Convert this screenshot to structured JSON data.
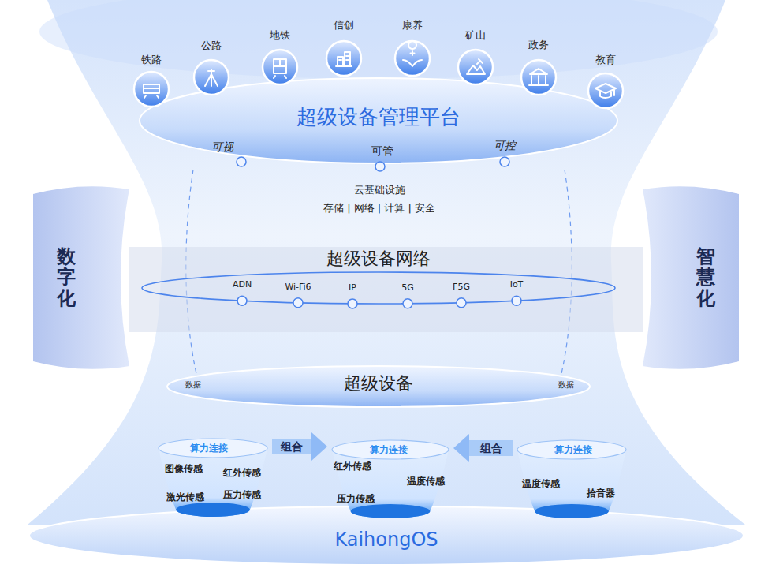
{
  "diagram": {
    "nodes": [
      {
        "text": [
          "铁路"
        ]
      },
      {
        "text": [
          "公路"
        ]
      },
      {
        "text": [
          "地铁"
        ]
      },
      {
        "text": [
          "信创"
        ]
      },
      {
        "text": [
          "康养"
        ]
      },
      {
        "text": [
          "矿山"
        ]
      },
      {
        "text": [
          "政务"
        ]
      },
      {
        "text": [
          "教育"
        ]
      },
      {
        "text": [
          "超级设备管理平台"
        ]
      },
      {
        "text": [
          "数字化"
        ]
      },
      {
        "text": [
          "超级设备网络"
        ]
      },
      {
        "text": [
          "智慧化"
        ]
      },
      {
        "text": [
          "超级设备"
        ]
      },
      {
        "text": [
          "算力连接",
          "图像传感",
          "红外传感",
          "激光传感",
          "压力传感"
        ]
      },
      {
        "text": [
          "算力连接",
          "红外传感",
          "温度传感",
          "压力传感"
        ]
      },
      {
        "text": [
          "算力连接",
          "温度传感",
          "拾音器"
        ]
      },
      {
        "text": [
          "KaihongOS"
        ]
      }
    ],
    "edges": [
      {
        "from": 13,
        "to": 14,
        "label": "组合",
        "arrow": "to"
      },
      {
        "from": 15,
        "to": 14,
        "label": "组合",
        "arrow": "to"
      }
    ],
    "labels": [
      "可视",
      "可管",
      "可控",
      "云基础设施",
      "存储 | 网络 | 计算 | 安全",
      "ADN",
      "Wi-Fi6",
      "IP",
      "5G",
      "F5G",
      "IoT",
      "数据",
      "数据"
    ]
  }
}
